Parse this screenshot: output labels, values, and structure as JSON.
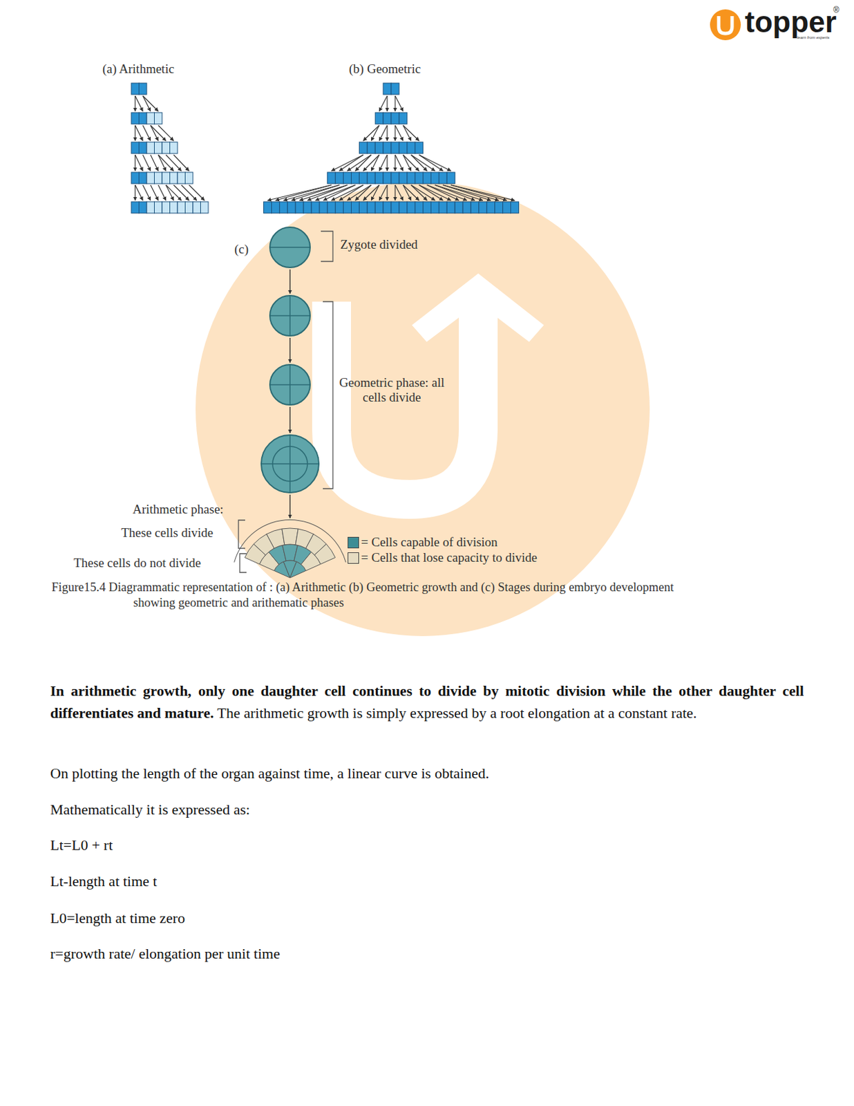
{
  "diagram": {
    "caption": "Figure15.4 Diagrammatic representation of : (a) Arithmetic (b) Geometric growth and (c) Stages during embryo development showing geometric and arithematic phases",
    "labels": [
      "topper",
      "®",
      "learn from experts",
      "(a) Arithmetic",
      "(b) Geometric",
      "(c)",
      "Zygote divided",
      "Geometric phase: all cells divide",
      "Arithmetic phase:",
      "These cells divide",
      "These cells do not divide",
      "In arithmetic growth, only one daughter cell continues to divide by mitotic division while the other daughter cell differentiates and mature.",
      "The arithmetic growth is simply expressed by a root elongation at a constant rate.",
      "On plotting the length of the organ against time, a linear curve is obtained.",
      "Mathematically it is expressed as:",
      "Lt=L0 + rt",
      "Lt-length at time t",
      "L0=length at time zero",
      "r=growth rate/ elongation per unit time"
    ],
    "legend": [
      {
        "text": "= Cells capable of division",
        "color": "#3d8d95"
      },
      {
        "text": "= Cells that lose capacity to divide",
        "color": "#e6dcc2"
      }
    ]
  }
}
